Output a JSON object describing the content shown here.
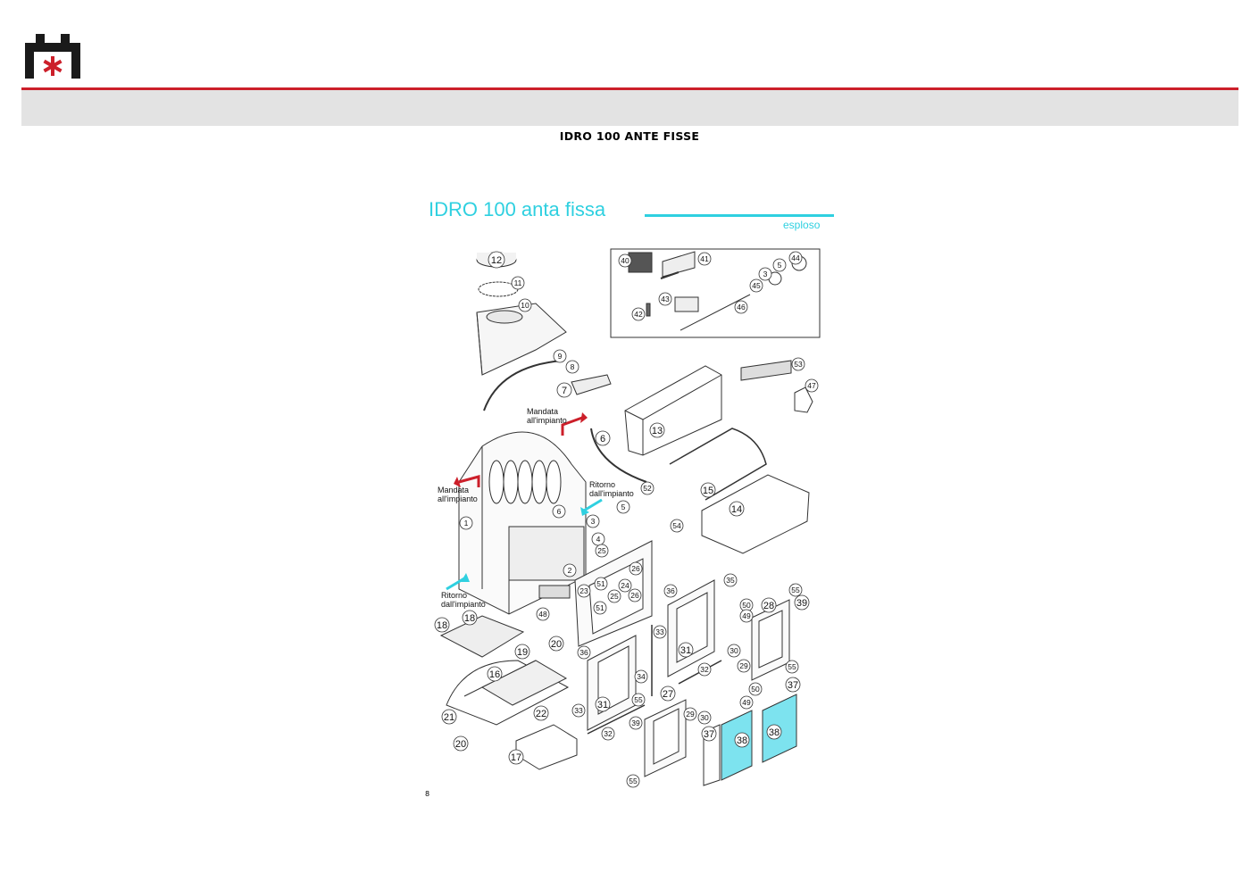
{
  "document": {
    "heading": "IDRO 100 ANTE FISSE",
    "page_number": "8"
  },
  "figure": {
    "title": "IDRO 100 anta fissa",
    "subtitle": "esploso",
    "accent_color": "#2fd0e0",
    "brand_color": "#cc1f2a",
    "labels": {
      "supply_top_line1": "Mandata",
      "supply_top_line2": "all'impianto",
      "supply_left_line1": "Mandata",
      "supply_left_line2": "all'impianto",
      "return_right_line1": "Ritorno",
      "return_right_line2": "dall'impianto",
      "return_bottom_line1": "Ritorno",
      "return_bottom_line2": "dall'impianto"
    },
    "callouts": [
      {
        "n": "12"
      },
      {
        "n": "11"
      },
      {
        "n": "10"
      },
      {
        "n": "9"
      },
      {
        "n": "8"
      },
      {
        "n": "7"
      },
      {
        "n": "40"
      },
      {
        "n": "41"
      },
      {
        "n": "44"
      },
      {
        "n": "5"
      },
      {
        "n": "3"
      },
      {
        "n": "45"
      },
      {
        "n": "43"
      },
      {
        "n": "42"
      },
      {
        "n": "46"
      },
      {
        "n": "53"
      },
      {
        "n": "47"
      },
      {
        "n": "13"
      },
      {
        "n": "6"
      },
      {
        "n": "52"
      },
      {
        "n": "15"
      },
      {
        "n": "14"
      },
      {
        "n": "1"
      },
      {
        "n": "6"
      },
      {
        "n": "3"
      },
      {
        "n": "5"
      },
      {
        "n": "4"
      },
      {
        "n": "54"
      },
      {
        "n": "25"
      },
      {
        "n": "26"
      },
      {
        "n": "51"
      },
      {
        "n": "24"
      },
      {
        "n": "25"
      },
      {
        "n": "26"
      },
      {
        "n": "51"
      },
      {
        "n": "2"
      },
      {
        "n": "23"
      },
      {
        "n": "36"
      },
      {
        "n": "35"
      },
      {
        "n": "55"
      },
      {
        "n": "39"
      },
      {
        "n": "50"
      },
      {
        "n": "28"
      },
      {
        "n": "49"
      },
      {
        "n": "18"
      },
      {
        "n": "18"
      },
      {
        "n": "48"
      },
      {
        "n": "33"
      },
      {
        "n": "31"
      },
      {
        "n": "30"
      },
      {
        "n": "29"
      },
      {
        "n": "32"
      },
      {
        "n": "20"
      },
      {
        "n": "19"
      },
      {
        "n": "36"
      },
      {
        "n": "16"
      },
      {
        "n": "34"
      },
      {
        "n": "55"
      },
      {
        "n": "50"
      },
      {
        "n": "37"
      },
      {
        "n": "27"
      },
      {
        "n": "49"
      },
      {
        "n": "31"
      },
      {
        "n": "33"
      },
      {
        "n": "21"
      },
      {
        "n": "22"
      },
      {
        "n": "55"
      },
      {
        "n": "39"
      },
      {
        "n": "29"
      },
      {
        "n": "30"
      },
      {
        "n": "37"
      },
      {
        "n": "38"
      },
      {
        "n": "38"
      },
      {
        "n": "20"
      },
      {
        "n": "32"
      },
      {
        "n": "17"
      },
      {
        "n": "55"
      }
    ]
  }
}
